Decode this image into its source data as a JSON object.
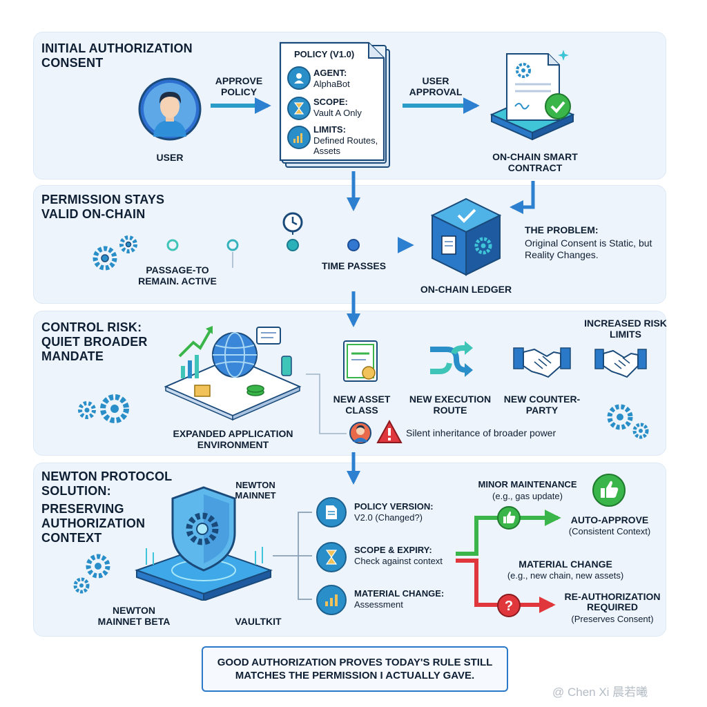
{
  "sections": {
    "s1": {
      "title": "INITIAL AUTHORIZATION CONSENT",
      "user_label": "USER",
      "approve_label": "APPROVE POLICY",
      "user_approval_label": "USER APPROVAL",
      "contract_label": "ON-CHAIN SMART CONTRACT",
      "policy": {
        "title": "POLICY (V1.0)",
        "agent_label": "AGENT:",
        "agent_value": "AlphaBot",
        "scope_label": "SCOPE:",
        "scope_value": "Vault A Only",
        "limits_label": "LIMITS:",
        "limits_value": "Defined Routes, Assets"
      }
    },
    "s2": {
      "title": "PERMISSION STAYS VALID ON-CHAIN",
      "passage_label": "PASSAGE-TO REMAIN. ACTIVE",
      "time_label": "TIME PASSES",
      "ledger_label": "ON-CHAIN LEDGER",
      "problem_title": "THE PROBLEM:",
      "problem_text": "Original Consent is Static, but Reality Changes."
    },
    "s3": {
      "title": "CONTROL RISK: QUIET BROADER MANDATE",
      "env_label": "EXPANDED APPLICATION ENVIRONMENT",
      "items": [
        "NEW ASSET CLASS",
        "NEW EXECUTION ROUTE",
        "NEW COUNTER-PARTY"
      ],
      "risk_label": "INCREASED RISK LIMITS",
      "silent_text": "Silent inheritance of broader power"
    },
    "s4": {
      "title1": "NEWTON PROTOCOL SOLUTION:",
      "title2": "PRESERVING AUTHORIZATION CONTEXT",
      "mainnet_label": "NEWTON MAINNET",
      "mainnet_beta_label": "NEWTON MAINNET BETA",
      "vaultkit_label": "VAULTKIT",
      "checks": [
        {
          "title": "POLICY VERSION:",
          "text": "V2.0 (Changed?)"
        },
        {
          "title": "SCOPE & EXPIRY:",
          "text": "Check against context"
        },
        {
          "title": "MATERIAL CHANGE:",
          "text": "Assessment"
        }
      ],
      "minor_title": "MINOR MAINTENANCE",
      "minor_text": "(e.g., gas update)",
      "auto_title": "AUTO-APPROVE",
      "auto_text": "(Consistent Context)",
      "material_title": "MATERIAL CHANGE",
      "material_text": "(e.g., new chain, new assets)",
      "reauth_title": "RE-AUTHORIZATION REQUIRED",
      "reauth_text": "(Preserves Consent)"
    }
  },
  "footer_quote": "GOOD AUTHORIZATION PROVES TODAY'S RULE STILL MATCHES THE PERMISSION I ACTUALLY GAVE.",
  "watermark": "@ Chen Xi 晨若曦",
  "colors": {
    "panel": "#eef4fb",
    "arrow": "#2d7fd0",
    "teal": "#26b6b0",
    "green": "#3ab54a",
    "red": "#e0373d",
    "navy": "#1a4a7a"
  },
  "icons": [
    "user-avatar-icon",
    "document-icon",
    "hourglass-icon",
    "bar-chart-icon",
    "gear-icon",
    "clock-icon",
    "cube-ledger-icon",
    "globe-icon",
    "certificate-icon",
    "route-arrows-icon",
    "handshake-icon",
    "warning-icon",
    "shield-gear-icon",
    "thumbs-up-icon",
    "question-icon"
  ]
}
